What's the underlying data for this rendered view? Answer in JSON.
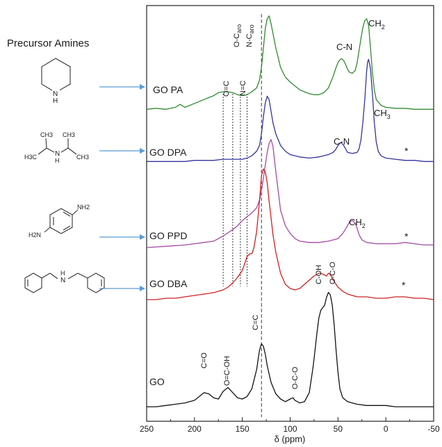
{
  "chart_data": {
    "type": "line",
    "xlabel": "δ (ppm)",
    "xlim": [
      250,
      -50
    ],
    "x_reversed": true,
    "xticks": [
      "250",
      "200",
      "150",
      "100",
      "50",
      "0",
      "-50"
    ],
    "left_title": "Precursor Amines",
    "molecules": [
      "piperidine",
      "diisopropylamine",
      "p-phenylenediamine",
      "dibenzylamine"
    ],
    "molecule_labels": {
      "ch3": "CH3",
      "h3c": "H3C",
      "nh": "N",
      "h": "H",
      "nh2": "NH2",
      "h2n": "H2N"
    },
    "series": [
      {
        "name": "GO PA",
        "color": "#2e8b2e",
        "x": [
          250,
          240,
          230,
          220,
          215,
          210,
          200,
          190,
          180,
          175,
          170,
          165,
          160,
          155,
          150,
          145,
          140,
          135,
          132,
          130,
          128,
          126,
          124,
          122,
          120,
          115,
          110,
          105,
          100,
          95,
          90,
          85,
          80,
          75,
          70,
          65,
          60,
          55,
          52,
          50,
          48,
          46,
          44,
          42,
          40,
          38,
          35,
          32,
          30,
          28,
          26,
          24,
          22,
          20,
          18,
          16,
          14,
          12,
          10,
          5,
          0,
          -10,
          -20,
          -30,
          -40,
          -50
        ],
        "y": [
          0.02,
          0.03,
          0.02,
          0.04,
          0.07,
          0.04,
          0.08,
          0.12,
          0.16,
          0.19,
          0.2,
          0.2,
          0.19,
          0.17,
          0.16,
          0.17,
          0.2,
          0.24,
          0.32,
          0.45,
          0.65,
          0.85,
          0.95,
          0.98,
          0.9,
          0.65,
          0.45,
          0.35,
          0.3,
          0.26,
          0.22,
          0.2,
          0.18,
          0.17,
          0.17,
          0.19,
          0.24,
          0.36,
          0.45,
          0.5,
          0.53,
          0.54,
          0.52,
          0.48,
          0.43,
          0.4,
          0.39,
          0.42,
          0.5,
          0.62,
          0.75,
          0.86,
          0.93,
          0.95,
          0.88,
          0.65,
          0.4,
          0.22,
          0.12,
          0.06,
          0.04,
          0.03,
          0.03,
          0.02,
          0.02,
          0.02
        ]
      },
      {
        "name": "GO DPA",
        "color": "#33339a",
        "x": [
          250,
          230,
          210,
          200,
          190,
          180,
          170,
          160,
          150,
          145,
          140,
          135,
          132,
          130,
          128,
          126,
          124,
          122,
          120,
          118,
          115,
          110,
          105,
          100,
          90,
          80,
          70,
          60,
          55,
          52,
          50,
          48,
          46,
          44,
          42,
          40,
          35,
          30,
          28,
          26,
          24,
          22,
          20,
          19,
          18,
          16,
          14,
          12,
          10,
          8,
          5,
          0,
          -10,
          -20,
          -30,
          -40,
          -50
        ],
        "y": [
          0.01,
          0.01,
          0.01,
          0.02,
          0.02,
          0.02,
          0.03,
          0.03,
          0.03,
          0.04,
          0.06,
          0.1,
          0.15,
          0.25,
          0.4,
          0.52,
          0.58,
          0.55,
          0.45,
          0.35,
          0.25,
          0.15,
          0.1,
          0.07,
          0.05,
          0.04,
          0.05,
          0.07,
          0.09,
          0.12,
          0.15,
          0.17,
          0.17,
          0.15,
          0.12,
          0.09,
          0.08,
          0.09,
          0.12,
          0.2,
          0.35,
          0.55,
          0.8,
          0.88,
          0.9,
          0.82,
          0.6,
          0.35,
          0.18,
          0.1,
          0.06,
          0.04,
          0.03,
          0.02,
          0.02,
          0.01,
          0.01
        ]
      },
      {
        "name": "GO PPD",
        "color": "#a54aa5",
        "x": [
          250,
          230,
          210,
          200,
          190,
          180,
          170,
          160,
          155,
          150,
          145,
          140,
          135,
          132,
          130,
          128,
          126,
          124,
          122,
          120,
          118,
          115,
          112,
          110,
          105,
          100,
          95,
          90,
          80,
          70,
          60,
          50,
          45,
          40,
          38,
          35,
          32,
          30,
          28,
          25,
          20,
          10,
          0,
          -10,
          -20,
          -30,
          -40,
          -50
        ],
        "y": [
          0.01,
          0.02,
          0.03,
          0.04,
          0.05,
          0.06,
          0.1,
          0.15,
          0.18,
          0.22,
          0.25,
          0.28,
          0.32,
          0.38,
          0.45,
          0.55,
          0.65,
          0.75,
          0.82,
          0.85,
          0.8,
          0.6,
          0.42,
          0.3,
          0.18,
          0.12,
          0.08,
          0.06,
          0.05,
          0.05,
          0.06,
          0.08,
          0.12,
          0.18,
          0.21,
          0.22,
          0.2,
          0.16,
          0.11,
          0.07,
          0.05,
          0.04,
          0.04,
          0.04,
          0.05,
          0.04,
          0.03,
          0.03
        ]
      },
      {
        "name": "GO DBA",
        "color": "#cc2222",
        "x": [
          250,
          240,
          230,
          220,
          210,
          200,
          190,
          180,
          170,
          165,
          160,
          155,
          150,
          147,
          145,
          142,
          140,
          138,
          135,
          132,
          130,
          128,
          126,
          124,
          122,
          120,
          118,
          115,
          110,
          105,
          100,
          95,
          90,
          85,
          80,
          75,
          70,
          68,
          65,
          62,
          60,
          58,
          55,
          50,
          45,
          40,
          30,
          20,
          10,
          0,
          -10,
          -20,
          -30,
          -40,
          -50
        ],
        "y": [
          0.01,
          0.01,
          0.02,
          0.02,
          0.03,
          0.04,
          0.05,
          0.06,
          0.08,
          0.1,
          0.13,
          0.17,
          0.22,
          0.28,
          0.32,
          0.34,
          0.34,
          0.38,
          0.5,
          0.72,
          0.9,
          0.95,
          0.93,
          0.85,
          0.72,
          0.6,
          0.48,
          0.35,
          0.2,
          0.12,
          0.09,
          0.08,
          0.09,
          0.12,
          0.15,
          0.18,
          0.2,
          0.2,
          0.19,
          0.18,
          0.2,
          0.19,
          0.15,
          0.1,
          0.07,
          0.05,
          0.03,
          0.03,
          0.02,
          0.02,
          0.03,
          0.03,
          0.02,
          0.02,
          0.01
        ]
      },
      {
        "name": "GO",
        "color": "#111111",
        "x": [
          250,
          240,
          230,
          220,
          210,
          200,
          195,
          190,
          185,
          180,
          175,
          170,
          165,
          160,
          155,
          150,
          145,
          140,
          135,
          132,
          130,
          128,
          126,
          124,
          120,
          115,
          110,
          105,
          100,
          97,
          95,
          90,
          85,
          80,
          78,
          76,
          74,
          72,
          70,
          68,
          66,
          64,
          62,
          60,
          58,
          56,
          54,
          52,
          50,
          48,
          45,
          40,
          30,
          20,
          10,
          0,
          -10,
          -20,
          -30,
          -40,
          -50
        ],
        "y": [
          0.01,
          0.01,
          0.02,
          0.03,
          0.04,
          0.06,
          0.09,
          0.12,
          0.11,
          0.08,
          0.07,
          0.13,
          0.16,
          0.12,
          0.08,
          0.07,
          0.09,
          0.15,
          0.3,
          0.45,
          0.5,
          0.48,
          0.42,
          0.33,
          0.2,
          0.11,
          0.07,
          0.05,
          0.07,
          0.08,
          0.06,
          0.04,
          0.05,
          0.12,
          0.22,
          0.32,
          0.45,
          0.58,
          0.7,
          0.76,
          0.78,
          0.8,
          0.86,
          0.9,
          0.88,
          0.8,
          0.65,
          0.45,
          0.28,
          0.15,
          0.08,
          0.05,
          0.03,
          0.02,
          0.02,
          0.02,
          0.01,
          0.01,
          0.01,
          0.01,
          0.01
        ]
      }
    ],
    "reference_lines_ppm": [
      {
        "x": 170,
        "label": "O=C"
      },
      {
        "x": 160,
        "label": "O-Caro"
      },
      {
        "x": 152,
        "label": "N=C"
      },
      {
        "x": 145,
        "label": "N-Caro"
      },
      {
        "x": 130,
        "label": "C=C"
      }
    ],
    "annotations": {
      "oc": "O=C",
      "ocaro": "O-C",
      "nc": "N=C",
      "ncaro": "N-C",
      "aro": "aro",
      "cn1": "C-N",
      "ch2a": "CH",
      "ch3": "CH",
      "sub2": "2",
      "sub3": "3",
      "cn2": "C-N",
      "ch2b": "CH",
      "star": "*",
      "coh_top": "C-OH",
      "oco_top": "O-C-O",
      "co": "C=O",
      "ocoh": "O=C-OH",
      "cc": "C=C",
      "oco_bot": "O-C-O"
    }
  }
}
